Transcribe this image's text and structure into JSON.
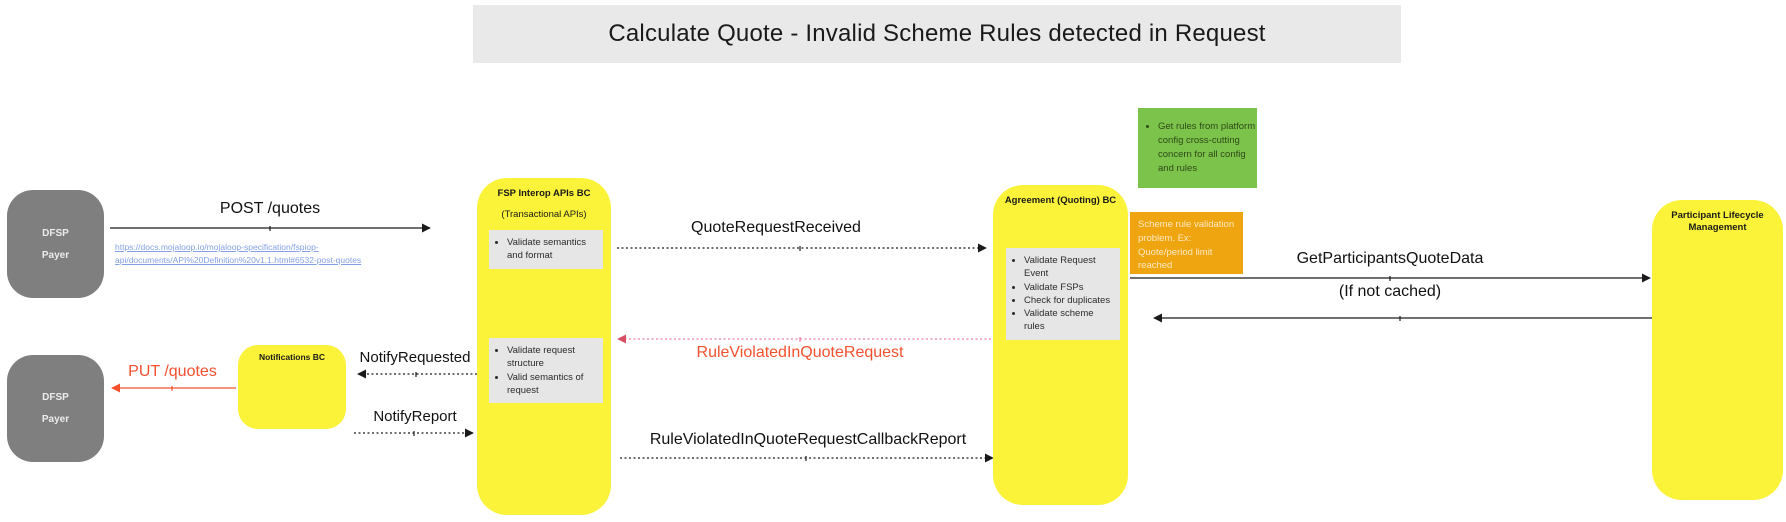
{
  "title": "Calculate Quote - Invalid Scheme Rules detected in Request",
  "colors": {
    "box_yellow": "#FBF33A",
    "actor_gray": "#7f7f7f",
    "note_gray": "#e6e6e6",
    "note_green": "#7CC34B",
    "note_orange": "#EFA50F",
    "error_red": "#f4502e",
    "link_blue": "#84a1e6",
    "title_bg": "#e9e9e9"
  },
  "actors": {
    "dfsp_payer_top": {
      "line1": "DFSP",
      "line2": "Payer"
    },
    "dfsp_payer_bottom": {
      "line1": "DFSP",
      "line2": "Payer"
    },
    "fsp_interop": {
      "title": "FSP Interop APIs BC",
      "subtitle": "(Transactional APIs)",
      "note1": {
        "items": [
          "Validate semantics and format"
        ]
      },
      "note2": {
        "items": [
          "Validate request structure",
          "Valid semantics of request"
        ]
      }
    },
    "agreement": {
      "title": "Agreement (Quoting) BC",
      "note": {
        "items": [
          "Validate Request Event",
          "Validate FSPs",
          "Check for duplicates",
          "Validate scheme rules"
        ]
      }
    },
    "notifications": {
      "title": "Notifications BC"
    },
    "participant": {
      "title": "Participant Lifecycle Management"
    }
  },
  "notes": {
    "green": {
      "items": [
        "Get rules from platform config cross-cutting concern for all config and rules"
      ]
    },
    "orange": {
      "text": "Scheme rule validation problem. Ex: Quote/period limit reached"
    }
  },
  "messages": {
    "post_quotes": "POST /quotes",
    "post_quotes_link_line1": "https://docs.mojaloop.io/mojaloop-specification/fspiop-",
    "post_quotes_link_line2": "api/documents/API%20Definition%20v1.1.html#6532-post-quotes",
    "quote_request_received": "QuoteRequestReceived",
    "get_participants_quote_data": "GetParticipantsQuoteData",
    "if_not_cached": "(If not cached)",
    "rule_violated_in_quote_request": "RuleViolatedInQuoteRequest",
    "notify_requested": "NotifyRequested",
    "notify_report": "NotifyReport",
    "put_quotes": "PUT /quotes",
    "rule_violated_callback_report": "RuleViolatedInQuoteRequestCallbackReport"
  }
}
